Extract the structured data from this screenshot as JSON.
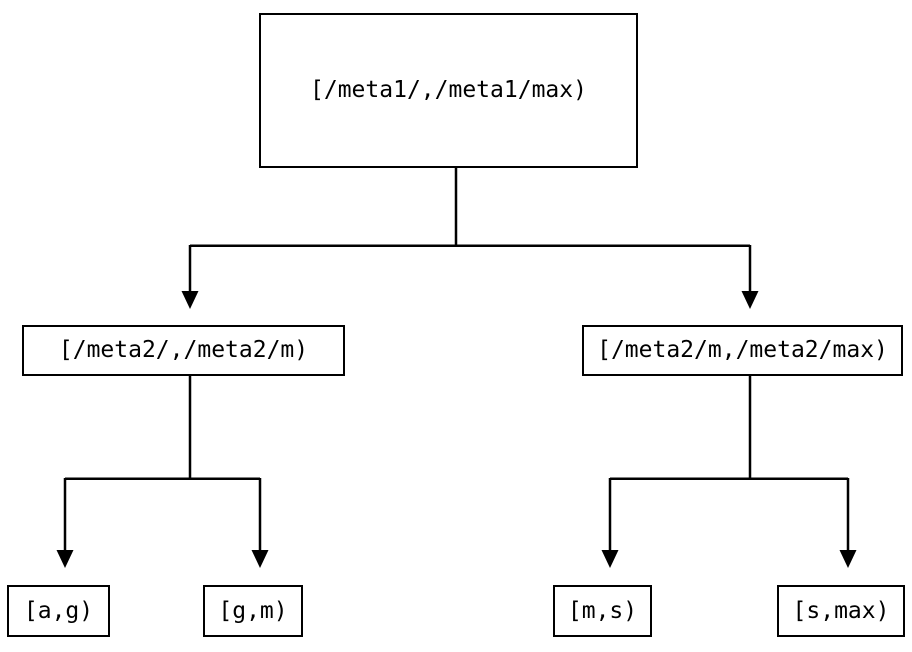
{
  "diagram": {
    "type": "tree",
    "colors": {
      "background": "#ffffff",
      "line": "#000000",
      "text": "#000000",
      "node_fill": "#ffffff",
      "node_border": "#000000"
    },
    "nodes": {
      "root": {
        "label": "[/meta1/,/meta1/max)"
      },
      "meta2_low": {
        "label": "[/meta2/,/meta2/m)"
      },
      "meta2_high": {
        "label": "[/meta2/m,/meta2/max)"
      },
      "leaf_ag": {
        "label": "[a,g)"
      },
      "leaf_gm": {
        "label": "[g,m)"
      },
      "leaf_ms": {
        "label": "[m,s)"
      },
      "leaf_smax": {
        "label": "[s,max)"
      }
    },
    "edges": [
      {
        "from": "root",
        "to": "meta2_low"
      },
      {
        "from": "root",
        "to": "meta2_high"
      },
      {
        "from": "meta2_low",
        "to": "leaf_ag"
      },
      {
        "from": "meta2_low",
        "to": "leaf_gm"
      },
      {
        "from": "meta2_high",
        "to": "leaf_ms"
      },
      {
        "from": "meta2_high",
        "to": "leaf_smax"
      }
    ]
  }
}
